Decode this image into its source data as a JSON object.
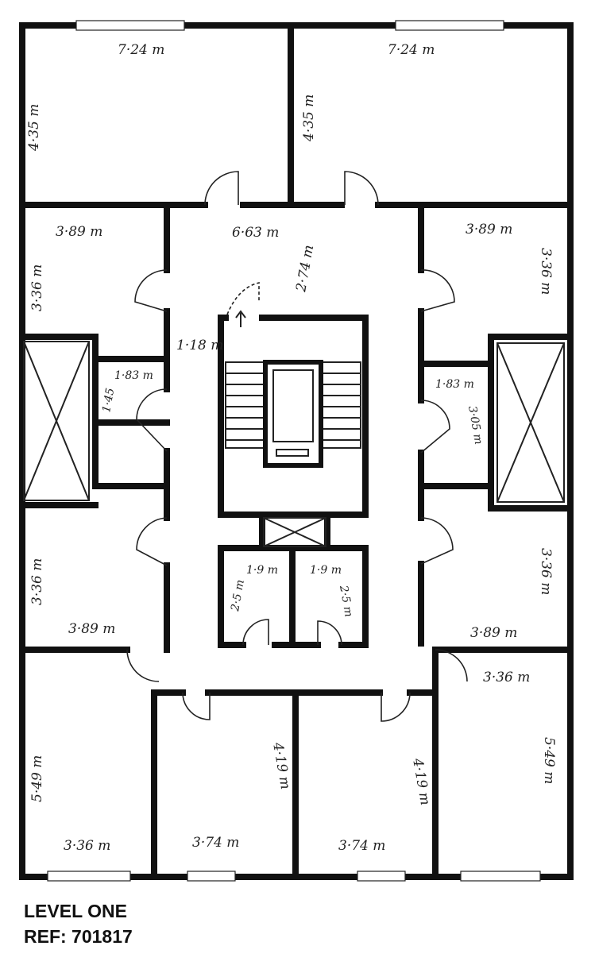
{
  "caption": {
    "level": "LEVEL ONE",
    "ref": "REF: 701817"
  },
  "dimensions": {
    "top_left_width": "7·24 m",
    "top_left_depth": "4·35 m",
    "top_right_width": "7·24 m",
    "top_right_depth": "4·35 m",
    "upper_left_width": "3·89 m",
    "upper_left_depth": "3·36 m",
    "upper_right_width": "3·89 m",
    "upper_right_depth": "3·36 m",
    "corridor_width": "6·63 m",
    "corridor_depth": "2·74 m",
    "passage_width": "1·18 m",
    "left_bath_width": "1·83 m",
    "left_bath_depth": "1·45",
    "right_bath_width": "1·83 m",
    "right_bath_depth": "3·05 m",
    "lower_left_depth": "3·36 m",
    "lower_left_width": "3·89 m",
    "lower_right_depth": "3·36 m",
    "lower_right_width": "3·89 m",
    "wc1_width": "1·9 m",
    "wc1_depth": "2·5 m",
    "wc2_width": "1·9 m",
    "wc2_depth": "2·5 m",
    "bottom_left_depth": "5·49 m",
    "bottom_left_width": "3·36 m",
    "bottom_mid1_depth": "4·19 m",
    "bottom_mid1_width": "3·74 m",
    "bottom_mid2_depth": "4·19 m",
    "bottom_mid2_width": "3·74 m",
    "bottom_right_depth": "5·49 m",
    "bottom_right_width": "3·36 m"
  }
}
